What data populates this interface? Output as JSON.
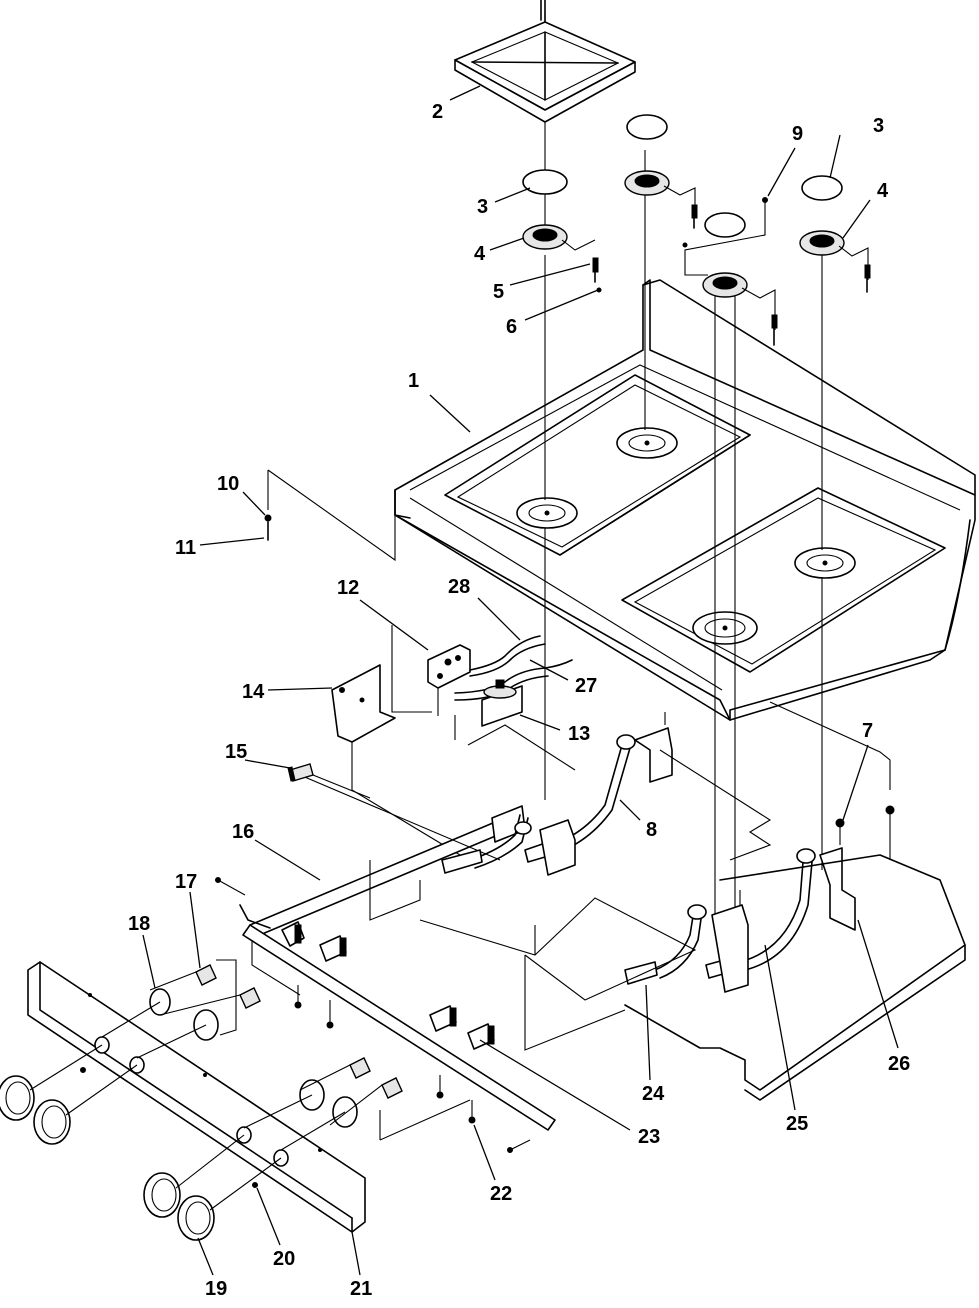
{
  "callouts": [
    {
      "id": "c1",
      "label": "1"
    },
    {
      "id": "c2",
      "label": "2"
    },
    {
      "id": "c3a",
      "label": "3"
    },
    {
      "id": "c3b",
      "label": "3"
    },
    {
      "id": "c4a",
      "label": "4"
    },
    {
      "id": "c4b",
      "label": "4"
    },
    {
      "id": "c5",
      "label": "5"
    },
    {
      "id": "c6",
      "label": "6"
    },
    {
      "id": "c7",
      "label": "7"
    },
    {
      "id": "c8",
      "label": "8"
    },
    {
      "id": "c9",
      "label": "9"
    },
    {
      "id": "c10",
      "label": "10"
    },
    {
      "id": "c11",
      "label": "11"
    },
    {
      "id": "c12",
      "label": "12"
    },
    {
      "id": "c13",
      "label": "13"
    },
    {
      "id": "c14",
      "label": "14"
    },
    {
      "id": "c15",
      "label": "15"
    },
    {
      "id": "c16",
      "label": "16"
    },
    {
      "id": "c17",
      "label": "17"
    },
    {
      "id": "c18",
      "label": "18"
    },
    {
      "id": "c19",
      "label": "19"
    },
    {
      "id": "c20",
      "label": "20"
    },
    {
      "id": "c21",
      "label": "21"
    },
    {
      "id": "c22",
      "label": "22"
    },
    {
      "id": "c23",
      "label": "23"
    },
    {
      "id": "c24",
      "label": "24"
    },
    {
      "id": "c25",
      "label": "25"
    },
    {
      "id": "c26",
      "label": "26"
    },
    {
      "id": "c27",
      "label": "27"
    },
    {
      "id": "c28",
      "label": "28"
    }
  ]
}
